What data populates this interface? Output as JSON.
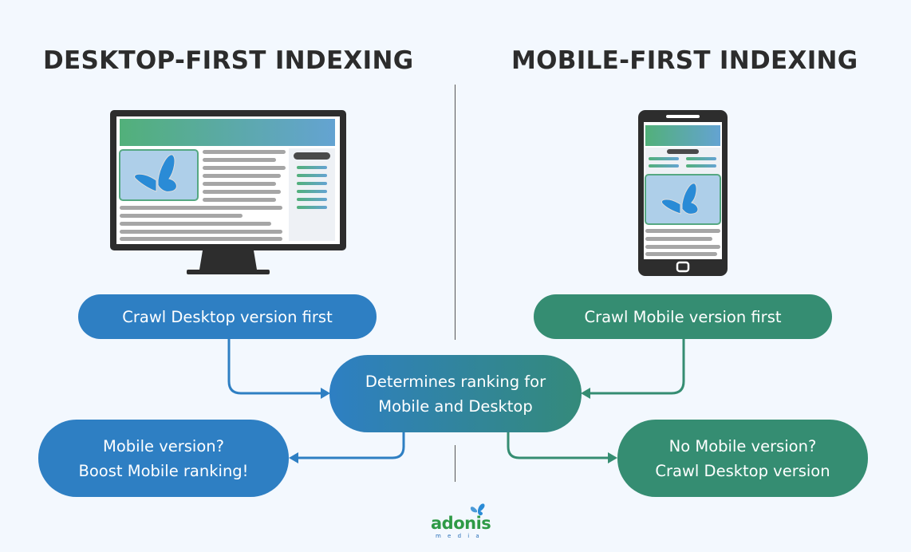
{
  "titles": {
    "left": "DESKTOP-FIRST INDEXING",
    "right": "MOBILE-FIRST INDEXING"
  },
  "nodes": {
    "crawl_desktop": "Crawl Desktop version first",
    "crawl_mobile": "Crawl Mobile version first",
    "determines_line1": "Determines ranking for",
    "determines_line2": "Mobile and Desktop",
    "mobile_boost_line1": "Mobile version?",
    "mobile_boost_line2": "Boost Mobile ranking!",
    "no_mobile_line1": "No Mobile version?",
    "no_mobile_line2": "Crawl Desktop version"
  },
  "illustrations": {
    "left": "desktop-monitor-icon",
    "right": "smartphone-icon"
  },
  "logo": {
    "name": "adonis",
    "sub": "m e d i a"
  },
  "colors": {
    "background": "#f3f8fe",
    "desktop_blue": "#2e7fc3",
    "mobile_green": "#358d72",
    "title": "#2c2c2c",
    "device_frame": "#2d2d2d"
  }
}
